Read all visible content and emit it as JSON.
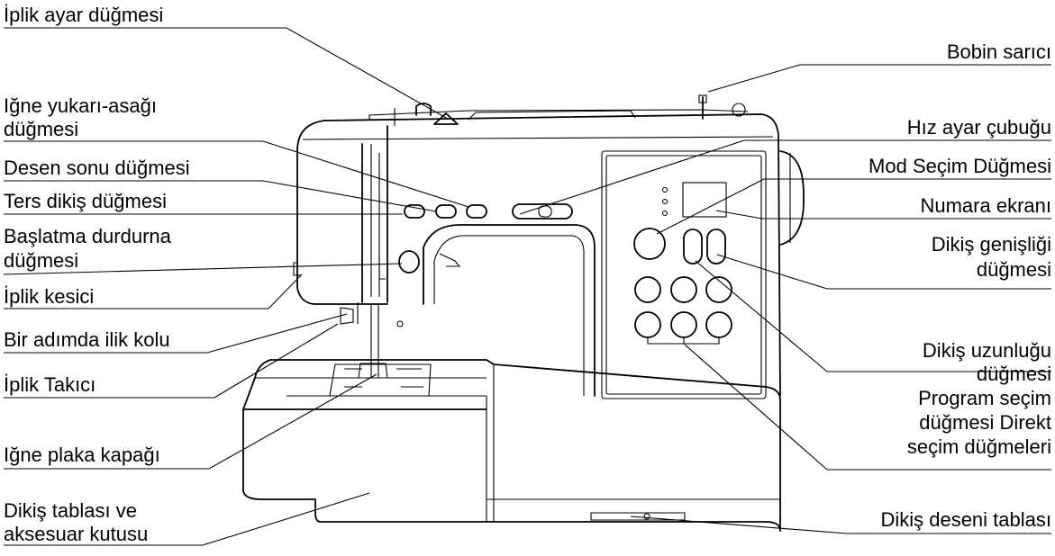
{
  "labels": {
    "iplik_ayar": "İplik ayar düğmesi",
    "igne_yukari_1": "Iğne yukarı-asağı",
    "igne_yukari_2": "düğmesi",
    "desen_sonu": "Desen sonu düğmesi",
    "ters_dikis": "Ters dikiş düğmesi",
    "baslatma_1": "Başlatma durdurna",
    "baslatma_2": "düğmesi",
    "iplik_kesici": "İplik kesici",
    "bir_adimda": "Bir adımda ilik kolu",
    "iplik_takici": "İplik Takıcı",
    "igne_plaka": "Iğne plaka kapağı",
    "dikis_tablasi_1": "Dikiş tablası ve",
    "dikis_tablasi_2": "aksesuar kutusu",
    "bobin_sarici": "Bobin sarıcı",
    "hiz_ayar": "Hız ayar çubuğu",
    "mod_secim": "Mod Seçim Düğmesi",
    "numara_ekrani": "Numara ekranı",
    "genislik_1": "Dikiş genişliği",
    "genislik_2": "düğmesi",
    "uzunluk_1": "Dikiş uzunluğu",
    "uzunluk_2": "düğmesi",
    "program_1": "Program seçim",
    "program_2": "düğmesi Direkt",
    "program_3": "seçim düğmeleri",
    "deseni_tablasi": "Dikiş deseni tablası"
  }
}
